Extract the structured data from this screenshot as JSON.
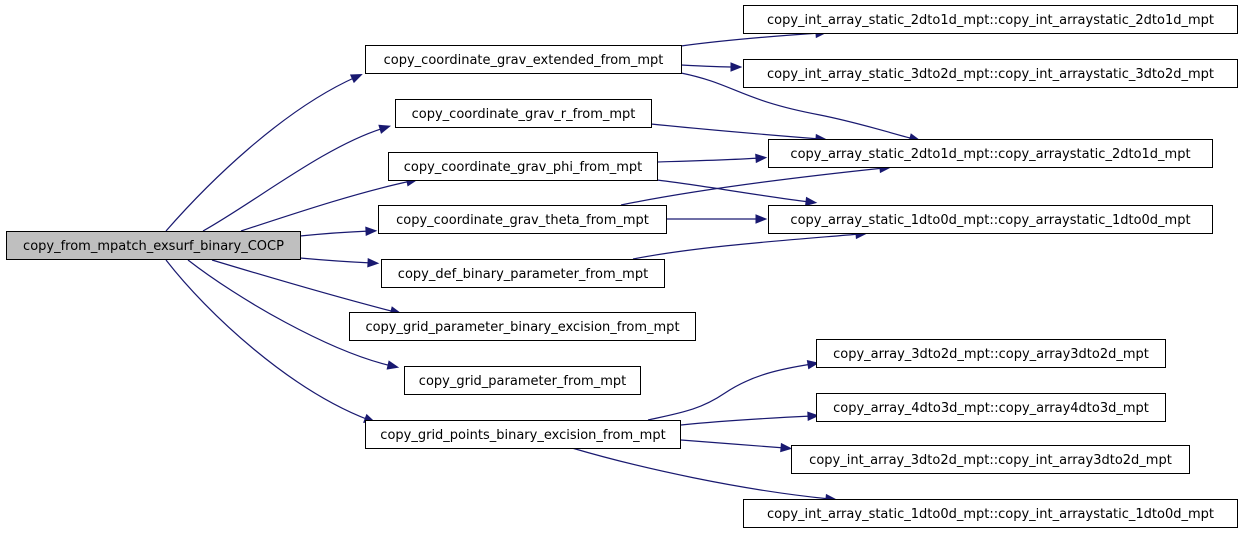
{
  "title": "",
  "colors": {
    "edge": "#191970",
    "root_fill": "#bfbfbf",
    "node_fill": "#ffffff",
    "node_stroke": "#000000"
  },
  "nodes": [
    {
      "id": "root",
      "label": "copy_from_mpatch_exsurf_binary_COCP",
      "root": true
    },
    {
      "id": "ext",
      "label": "copy_coordinate_grav_extended_from_mpt"
    },
    {
      "id": "r",
      "label": "copy_coordinate_grav_r_from_mpt"
    },
    {
      "id": "phi",
      "label": "copy_coordinate_grav_phi_from_mpt"
    },
    {
      "id": "theta",
      "label": "copy_coordinate_grav_theta_from_mpt"
    },
    {
      "id": "def",
      "label": "copy_def_binary_parameter_from_mpt"
    },
    {
      "id": "gpbe",
      "label": "copy_grid_parameter_binary_excision_from_mpt"
    },
    {
      "id": "gp",
      "label": "copy_grid_parameter_from_mpt"
    },
    {
      "id": "gpts",
      "label": "copy_grid_points_binary_excision_from_mpt"
    },
    {
      "id": "int21",
      "label": "copy_int_array_static_2dto1d_mpt::copy_int_arraystatic_2dto1d_mpt"
    },
    {
      "id": "int32s",
      "label": "copy_int_array_static_3dto2d_mpt::copy_int_arraystatic_3dto2d_mpt"
    },
    {
      "id": "arr21",
      "label": "copy_array_static_2dto1d_mpt::copy_arraystatic_2dto1d_mpt"
    },
    {
      "id": "arr10",
      "label": "copy_array_static_1dto0d_mpt::copy_arraystatic_1dto0d_mpt"
    },
    {
      "id": "a32",
      "label": "copy_array_3dto2d_mpt::copy_array3dto2d_mpt"
    },
    {
      "id": "a43",
      "label": "copy_array_4dto3d_mpt::copy_array4dto3d_mpt"
    },
    {
      "id": "i32",
      "label": "copy_int_array_3dto2d_mpt::copy_int_array3dto2d_mpt"
    },
    {
      "id": "i10",
      "label": "copy_int_array_static_1dto0d_mpt::copy_int_arraystatic_1dto0d_mpt"
    }
  ],
  "edges": [
    [
      "root",
      "ext"
    ],
    [
      "root",
      "r"
    ],
    [
      "root",
      "phi"
    ],
    [
      "root",
      "theta"
    ],
    [
      "root",
      "def"
    ],
    [
      "root",
      "gpbe"
    ],
    [
      "root",
      "gp"
    ],
    [
      "root",
      "gpts"
    ],
    [
      "ext",
      "int21"
    ],
    [
      "ext",
      "int32s"
    ],
    [
      "ext",
      "arr21"
    ],
    [
      "r",
      "arr21"
    ],
    [
      "phi",
      "arr21"
    ],
    [
      "phi",
      "arr10"
    ],
    [
      "theta",
      "arr21"
    ],
    [
      "theta",
      "arr10"
    ],
    [
      "def",
      "arr10"
    ],
    [
      "gpts",
      "a32"
    ],
    [
      "gpts",
      "a43"
    ],
    [
      "gpts",
      "i32"
    ],
    [
      "gpts",
      "i10"
    ]
  ]
}
